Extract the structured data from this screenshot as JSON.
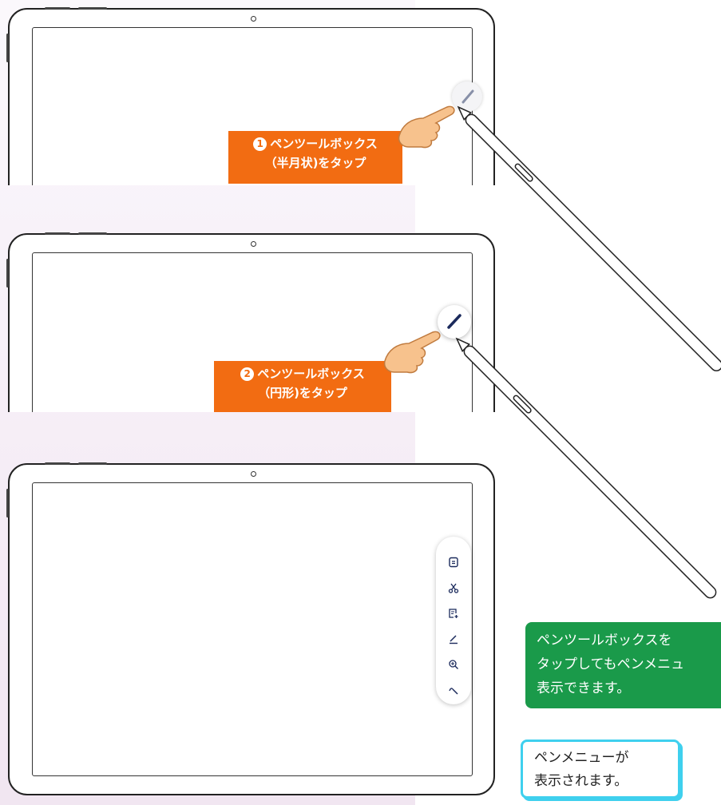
{
  "steps": [
    {
      "number": "1",
      "line1": "ペンツールボックス",
      "line2": "（半月状)をタップ"
    },
    {
      "number": "2",
      "line1": "ペンツールボックス",
      "line2": "（円形)をタップ"
    }
  ],
  "notes": {
    "green_line1": "ペンツールボックスを",
    "green_line2": "タップしてもペンメニュ",
    "green_line3": "表示できます。",
    "blue_line1": "ペンメニューが",
    "blue_line2": "表示されます。"
  },
  "pen_menu": {
    "items": [
      "note-icon",
      "scissors-icon",
      "add-note-icon",
      "pen-write-icon",
      "zoom-in-icon",
      "hand-write-icon"
    ]
  },
  "colors": {
    "callout": "#f26c12",
    "note_green": "#1a9a4a",
    "note_blue_border": "#3fd0ee"
  }
}
